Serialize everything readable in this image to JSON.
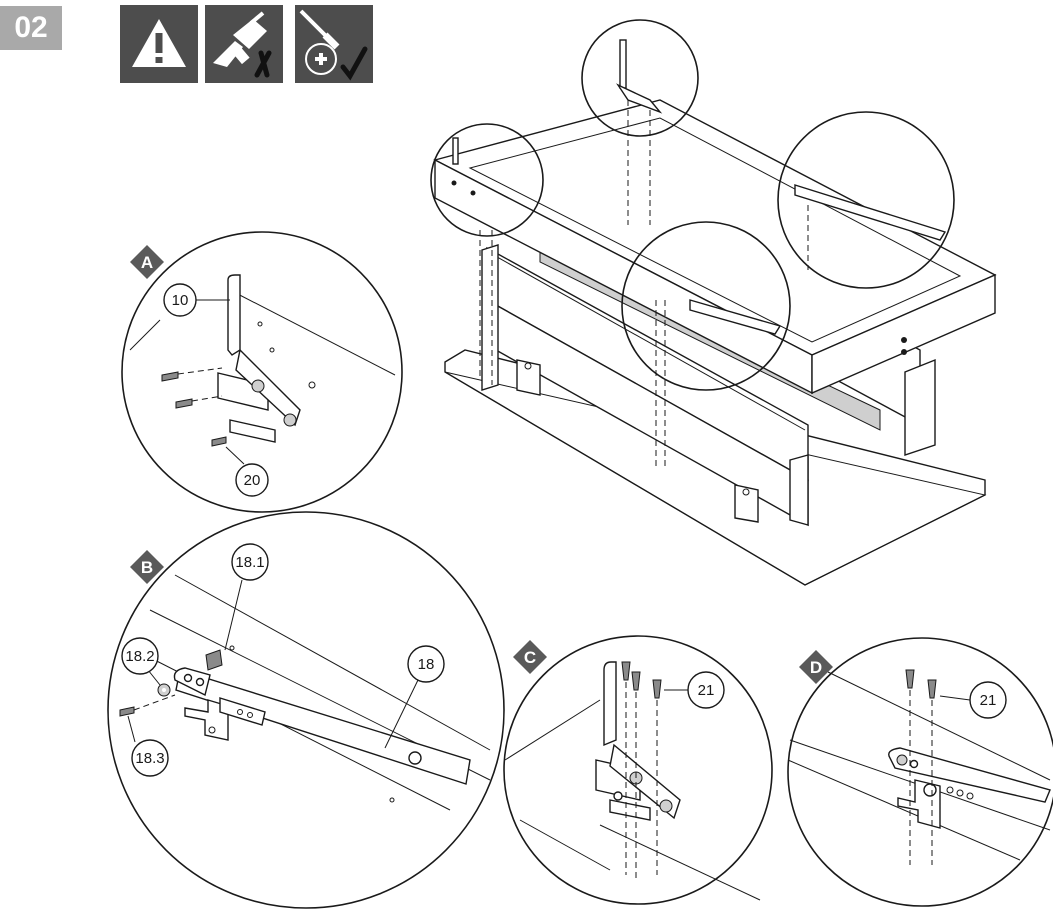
{
  "step": {
    "number": "02"
  },
  "icons": [
    {
      "name": "warning-icon"
    },
    {
      "name": "power-drill-crossed-icon"
    },
    {
      "name": "screwdriver-check-icon"
    }
  ],
  "details": {
    "A": {
      "letter": "A",
      "callouts": [
        "10",
        "20"
      ]
    },
    "B": {
      "letter": "B",
      "callouts": [
        "18.1",
        "18.2",
        "18.3",
        "18"
      ]
    },
    "C": {
      "letter": "C",
      "callouts": [
        "21"
      ]
    },
    "D": {
      "letter": "D",
      "callouts": [
        "21"
      ]
    }
  },
  "colors": {
    "icon_bg": "#4d4d4d",
    "step_badge": "#a9a9a9",
    "letter_badge": "#5a5a5a",
    "line": "#1a1a1a"
  }
}
